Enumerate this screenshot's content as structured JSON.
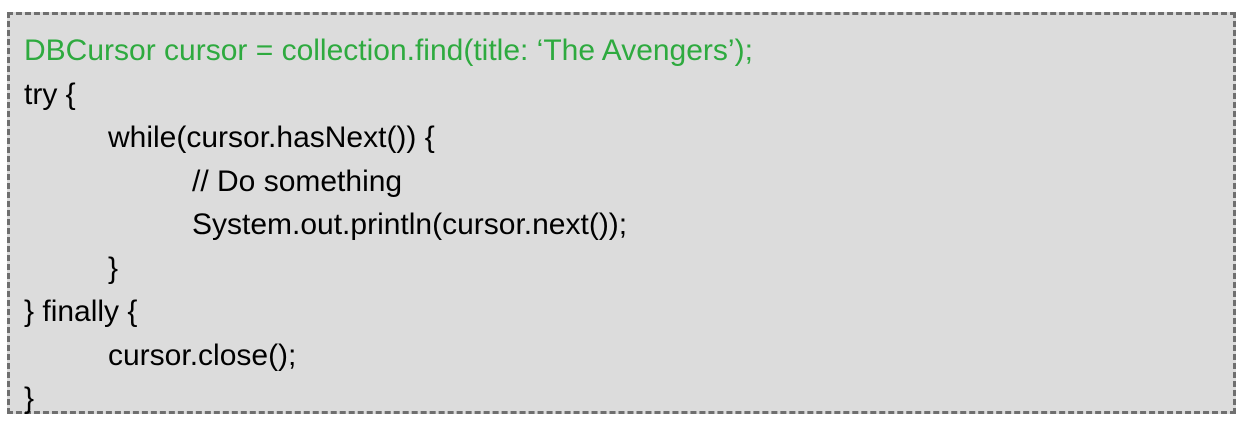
{
  "colors": {
    "background": "#dcdcdc",
    "border": "#6f6f6f",
    "highlight": "#2eaa3f",
    "text": "#000000"
  },
  "code": {
    "lines": [
      {
        "text": "DBCursor cursor = collection.find(title: ‘The Avengers’);",
        "indent": 0,
        "color": "#2eaa3f"
      },
      {
        "text": "try {",
        "indent": 0,
        "color": "#000000"
      },
      {
        "text": "while(cursor.hasNext()) {",
        "indent": 1,
        "color": "#000000"
      },
      {
        "text": "// Do something",
        "indent": 2,
        "color": "#000000"
      },
      {
        "text": "System.out.println(cursor.next());",
        "indent": 2,
        "color": "#000000"
      },
      {
        "text": "}",
        "indent": 1,
        "color": "#000000"
      },
      {
        "text": "} finally {",
        "indent": 0,
        "color": "#000000"
      },
      {
        "text": "cursor.close();",
        "indent": 1,
        "color": "#000000"
      },
      {
        "text": "}",
        "indent": 0,
        "color": "#000000"
      }
    ]
  }
}
